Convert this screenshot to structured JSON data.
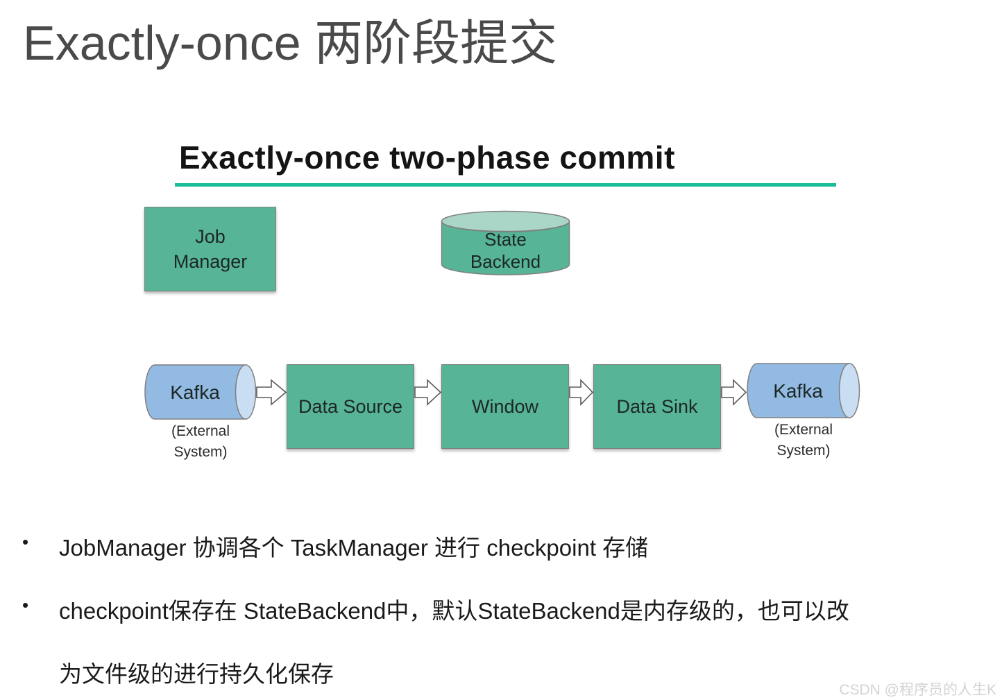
{
  "colors": {
    "accent_underline": "#1FBC9C",
    "node_green": "#57B497",
    "node_green_top": "#A9D6C6",
    "node_blue": "#92BAE3",
    "node_blue_cap": "#C9DDF3",
    "node_border": "#7F7F7F",
    "arrow_fill": "#FFFFFF",
    "title_gray": "#4A4A4A",
    "watermark_gray": "#D3D3D3"
  },
  "page": {
    "title": "Exactly-once 两阶段提交",
    "watermark": "CSDN @程序员的人生K"
  },
  "diagram": {
    "title": "Exactly-once two-phase commit",
    "job_manager": {
      "line1": "Job",
      "line2": "Manager"
    },
    "state_backend": {
      "line1": "State",
      "line2": "Backend"
    },
    "kafka_left": {
      "label": "Kafka",
      "external1": "(External",
      "external2": "System)"
    },
    "nodes": {
      "data_source": "Data Source",
      "window": "Window",
      "data_sink": "Data Sink"
    },
    "kafka_right": {
      "label": "Kafka",
      "external1": "(External",
      "external2": "System)"
    }
  },
  "bullets": [
    {
      "marker": "•",
      "text": "JobManager 协调各个 TaskManager 进行 checkpoint 存储"
    },
    {
      "marker": "•",
      "text": "checkpoint保存在 StateBackend中，默认StateBackend是内存级的，也可以改"
    },
    {
      "marker": "",
      "text": "为文件级的进行持久化保存"
    }
  ]
}
